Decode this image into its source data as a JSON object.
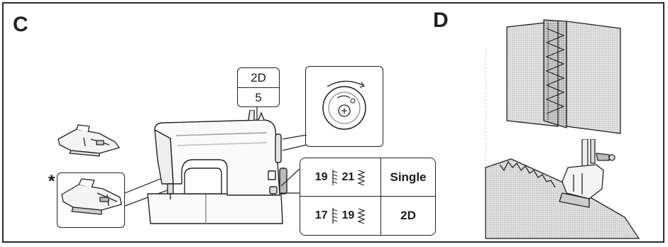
{
  "sections": {
    "c_label": "C",
    "d_label": "D"
  },
  "presser_foot_note": "*",
  "pattern_display": {
    "top": "2D",
    "bottom": "5"
  },
  "stitch_table": {
    "rows": [
      {
        "a": "19",
        "b": "21",
        "mode": "Single"
      },
      {
        "a": "17",
        "b": "19",
        "mode": "2D"
      }
    ]
  },
  "icons": {
    "tension_dial": "tension-dial-icon",
    "straight_stitch": "straight-stitch-icon",
    "zigzag_stitch": "zigzag-stitch-icon",
    "sewing_machine": "sewing-machine-illustration",
    "presser_foot": "presser-foot-illustration",
    "fabric_overcast": "fabric-overcast-illustration"
  },
  "colors": {
    "line": "#222222",
    "fabric": "#d9d9d9"
  }
}
